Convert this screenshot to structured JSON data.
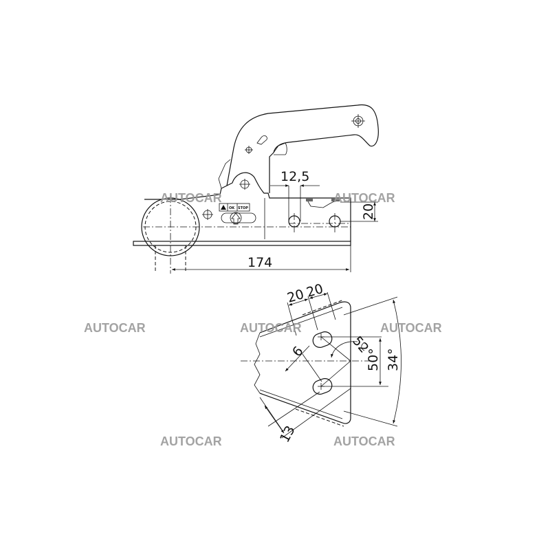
{
  "title": "Trailer ball coupling technical drawing",
  "watermark": "AUTOCAR",
  "side_view": {
    "dimensions": {
      "hole_width": "12,5",
      "hole_height": "20",
      "overall_length": "174"
    },
    "indicator_labels": {
      "ok": "OK",
      "stop": "STOP"
    }
  },
  "bottom_view": {
    "dimensions": {
      "offset_a": "20",
      "offset_b": "20",
      "slot_width": "6",
      "slot_length": "13",
      "hole_spacing": "50",
      "hole_angle": "52°",
      "flange_angle": "34°"
    }
  }
}
